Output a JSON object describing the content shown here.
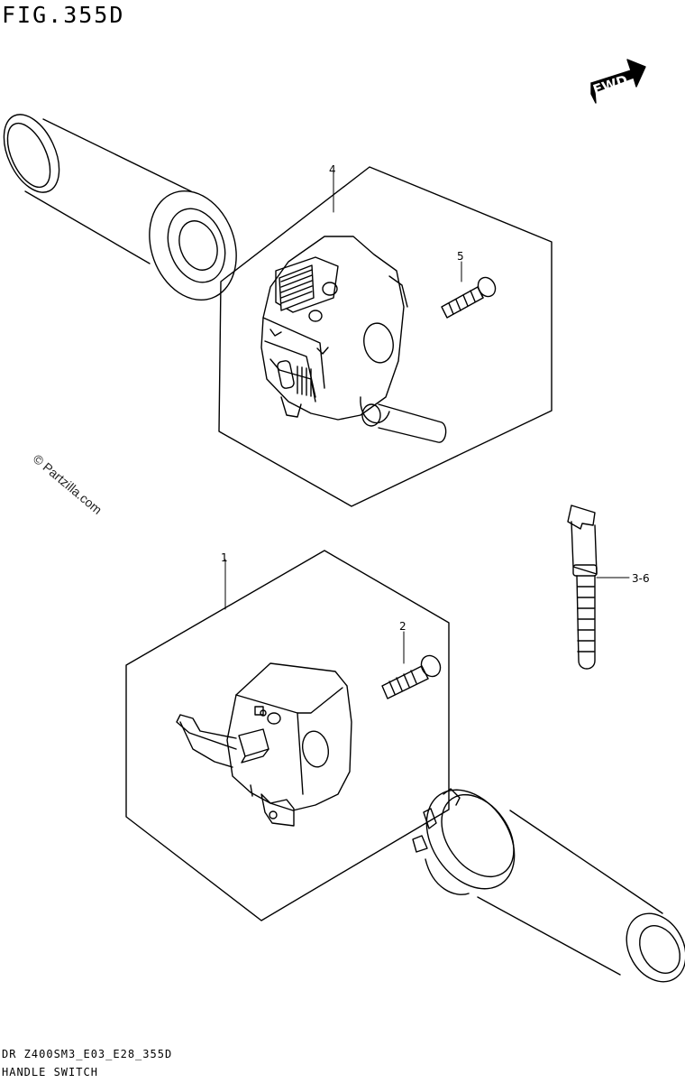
{
  "figure": {
    "title": "FIG.355D"
  },
  "fwd_label": "FWD",
  "watermark": "© Partzilla.com",
  "callouts": {
    "c4": "4",
    "c5": "5",
    "c1": "1",
    "c2": "2",
    "c36": "3-6"
  },
  "footer": {
    "model_code": "DR Z400SM3_E03_E28_355D",
    "name": "HANDLE SWITCH"
  },
  "icons": [
    "fwd-arrow-icon",
    "copyright-icon"
  ]
}
